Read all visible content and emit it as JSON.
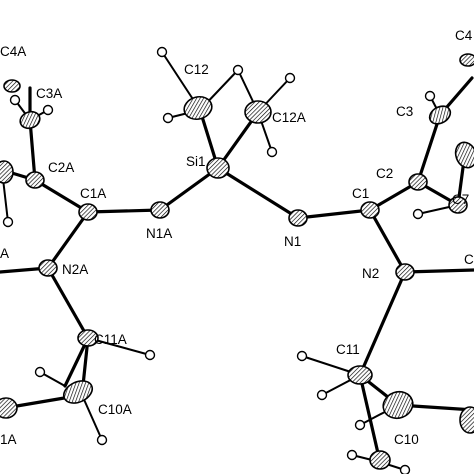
{
  "labels": {
    "c4a": "C4A",
    "c3a": "C3A",
    "c2a": "C2A",
    "c1a": "C1A",
    "n1a": "N1A",
    "n2a": "N2A",
    "a_left_frag": "A",
    "c11a": "C11A",
    "c10a": "C10A",
    "a1_left_frag": "1A",
    "c12": "C12",
    "c12a": "C12A",
    "si1": "Si1",
    "n1": "N1",
    "c1": "C1",
    "n2": "N2",
    "c11": "C11",
    "c10": "C10",
    "c2": "C2",
    "c3": "C3",
    "c4_frag": "C4",
    "c7_frag": "C7",
    "c_right_frag": "C"
  }
}
